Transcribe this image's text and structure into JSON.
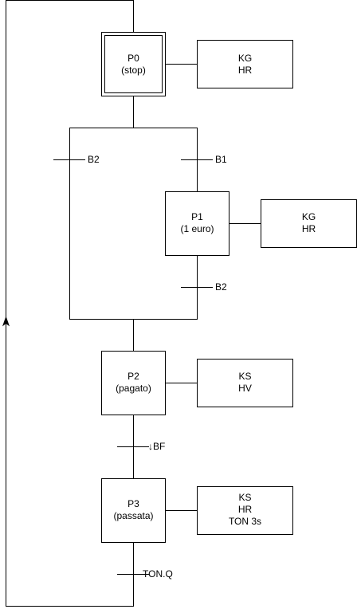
{
  "steps": {
    "p0": {
      "name": "P0",
      "desc": "(stop)"
    },
    "p1": {
      "name": "P1",
      "desc": "(1 euro)"
    },
    "p2": {
      "name": "P2",
      "desc": "(pagato)"
    },
    "p3": {
      "name": "P3",
      "desc": "(passata)"
    }
  },
  "actions": {
    "p0": [
      "KG",
      "HR"
    ],
    "p1": [
      "KG",
      "HR"
    ],
    "p2": [
      "KS",
      "HV"
    ],
    "p3": [
      "KS",
      "HR",
      "TON 3s"
    ]
  },
  "transitions": {
    "b2_left": "B2",
    "b1": "B1",
    "b2_right": "B2",
    "bf": "↓BF",
    "ton_q": "TON.Q"
  }
}
